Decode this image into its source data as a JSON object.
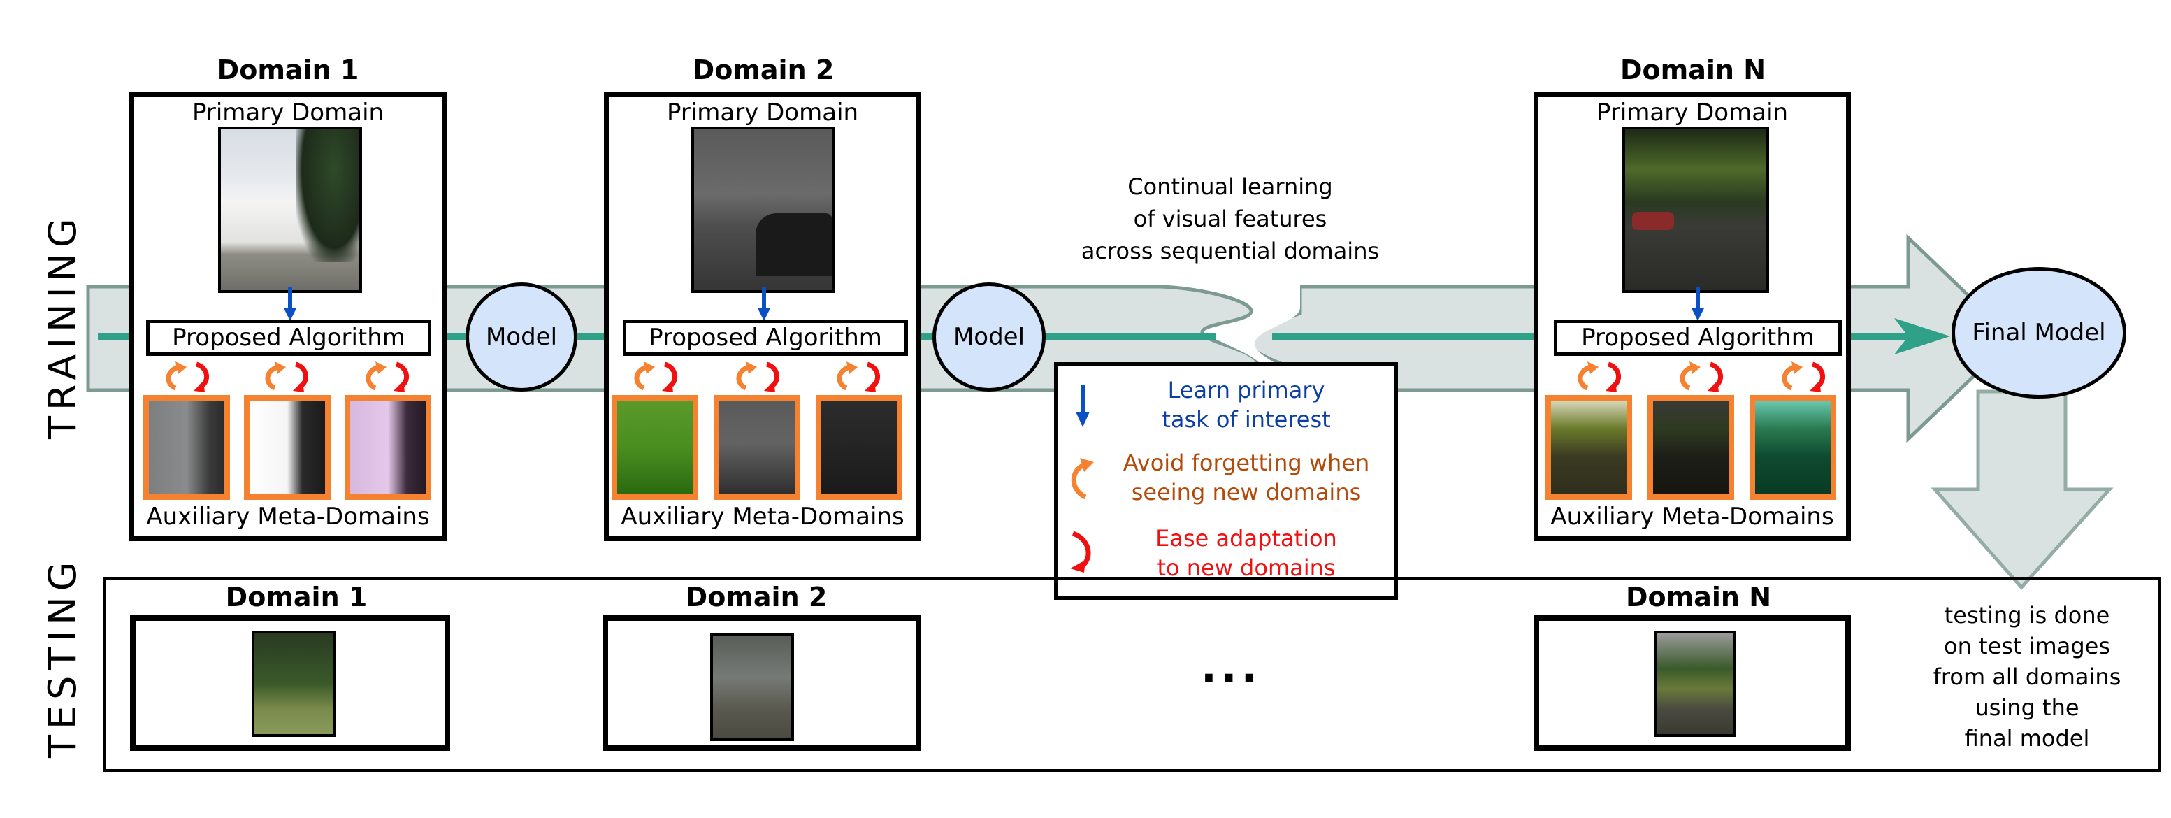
{
  "sections": {
    "training_label": "TRAINING",
    "testing_label": "TESTING"
  },
  "training": {
    "domains": [
      {
        "title": "Domain 1",
        "primary_label": "Primary Domain",
        "algorithm_label": "Proposed Algorithm",
        "aux_label": "Auxiliary Meta-Domains",
        "primary_image": "street-scene-sunny-white-wall",
        "aux_images": [
          "gray-tinted-variant",
          "high-brightness-variant",
          "pink-tinted-variant"
        ]
      },
      {
        "title": "Domain 2",
        "primary_label": "Primary Domain",
        "algorithm_label": "Proposed Algorithm",
        "aux_label": "Auxiliary Meta-Domains",
        "primary_image": "foggy-street-parked-cars",
        "aux_images": [
          "green-tinted-variant",
          "original-fog-variant",
          "dark-variant"
        ]
      },
      {
        "title": "Domain N",
        "primary_label": "Primary Domain",
        "algorithm_label": "Proposed Algorithm",
        "aux_label": "Auxiliary Meta-Domains",
        "primary_image": "tree-lined-road-evening",
        "aux_images": [
          "warm-bright-variant",
          "dark-variant",
          "teal-tinted-variant"
        ]
      }
    ],
    "models": [
      "Model",
      "Model"
    ],
    "final_model": "Final Model",
    "continual_text": [
      "Continual learning",
      "of visual features",
      "across sequential domains"
    ],
    "legend": [
      {
        "icon": "down-arrow-icon",
        "color": "#0b4fc4",
        "lines": [
          "Learn primary",
          "task of interest"
        ]
      },
      {
        "icon": "orange-curved-arrow-icon",
        "color": "#b34a0a",
        "lines": [
          "Avoid forgetting when",
          "seeing new domains"
        ]
      },
      {
        "icon": "red-curved-arrow-icon",
        "color": "#f01010",
        "lines": [
          "Ease adaptation",
          "to new domains"
        ]
      }
    ]
  },
  "testing": {
    "domains": [
      {
        "title": "Domain 1",
        "image": "forest-road-sunny"
      },
      {
        "title": "Domain 2",
        "image": "foggy-road"
      },
      {
        "title": "Domain N",
        "image": "curved-road-trees"
      }
    ],
    "ellipsis": "...",
    "note": [
      "testing is done",
      "on test images",
      "from all domains",
      "using the",
      "final model"
    ]
  },
  "colors": {
    "band_fill": "#d9e2e0",
    "band_stroke": "#7d9a92",
    "flow_line": "#2ea188",
    "ellipse_fill": "#d4e4fb",
    "aux_border": "#f58230",
    "primary_arrow": "#0b4fc4",
    "forget_arrow": "#f58230",
    "adapt_arrow": "#f01010"
  }
}
